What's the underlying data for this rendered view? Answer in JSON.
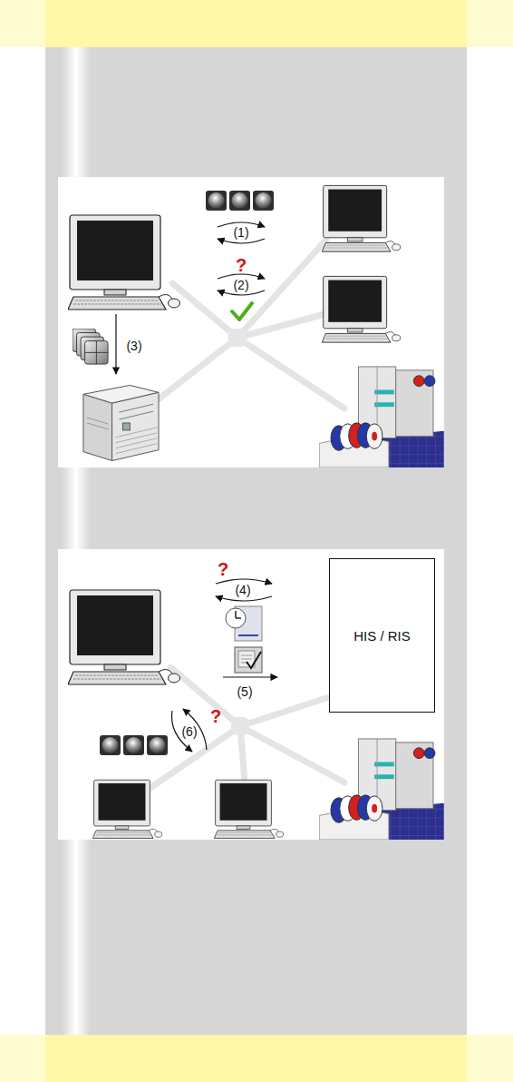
{
  "diagram": {
    "nodes": [
      {
        "text": [
          "HIS / RIS"
        ]
      }
    ],
    "labels": [
      "(1)",
      "?",
      "(2)",
      "(3)",
      "?",
      "(4)",
      "(5)",
      "?",
      "(6)"
    ]
  }
}
